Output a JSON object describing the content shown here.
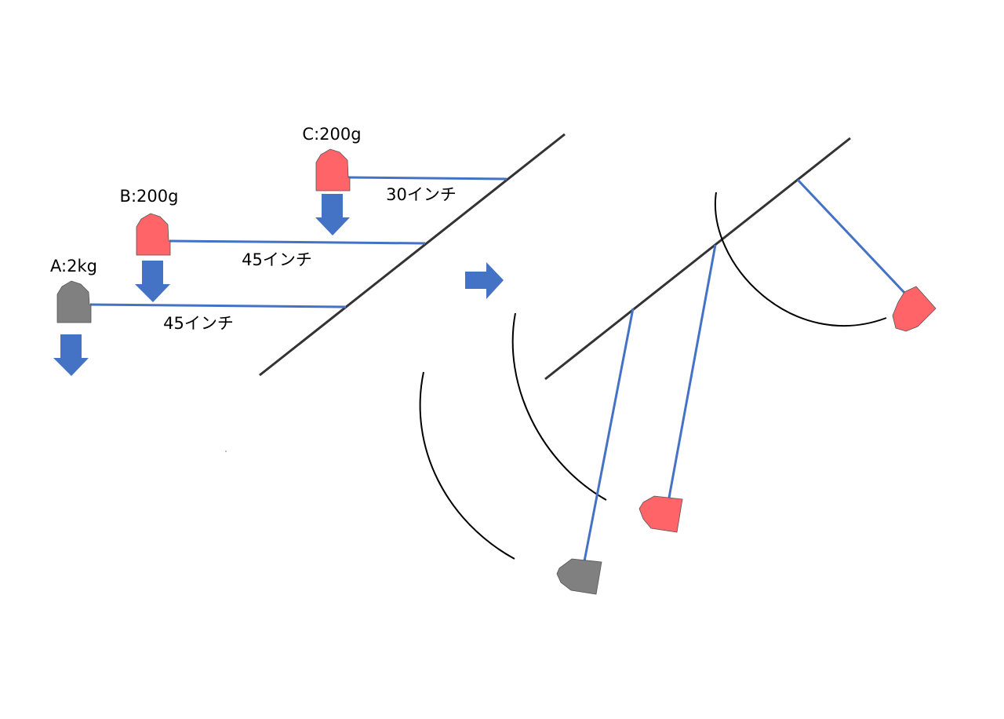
{
  "colors": {
    "heavy": "#808080",
    "light": "#ff6469",
    "rope": "#4472c4",
    "arrow": "#4472c4",
    "bar": "#333333"
  },
  "weights": {
    "a": {
      "label": "A:2kg"
    },
    "b": {
      "label": "B:200g"
    },
    "c": {
      "label": "C:200g"
    }
  },
  "distances": {
    "a": "45インチ",
    "b": "45インチ",
    "c": "30インチ"
  },
  "icons": {
    "gravity": "arrow-down-icon",
    "transition": "arrow-right-icon"
  }
}
